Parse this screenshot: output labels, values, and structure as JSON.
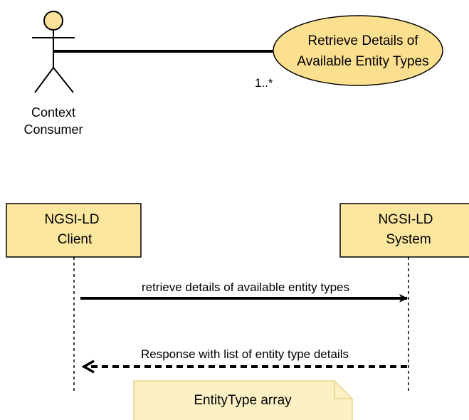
{
  "use_case": {
    "actor": {
      "name_lines": [
        "Context",
        "Consumer"
      ]
    },
    "use_case_lines": [
      "Retrieve Details of",
      "Available Entity Types"
    ],
    "multiplicity": "1..*"
  },
  "sequence": {
    "participants": [
      {
        "lines": [
          "NGSI-LD",
          "Client"
        ]
      },
      {
        "lines": [
          "NGSI-LD",
          "System"
        ]
      }
    ],
    "messages": [
      {
        "label": "retrieve details of available entity types",
        "kind": "request"
      },
      {
        "label": "Response with list of entity type details",
        "kind": "response"
      }
    ],
    "note": "EntityType array"
  },
  "colors": {
    "actor_fill": "#fbe19a",
    "usecase_fill": "#fcdf8f",
    "participant_fill": "#fde79f",
    "note_fill": "#fdf0c4",
    "stroke": "#000000",
    "note_stroke": "#e8d48c"
  }
}
